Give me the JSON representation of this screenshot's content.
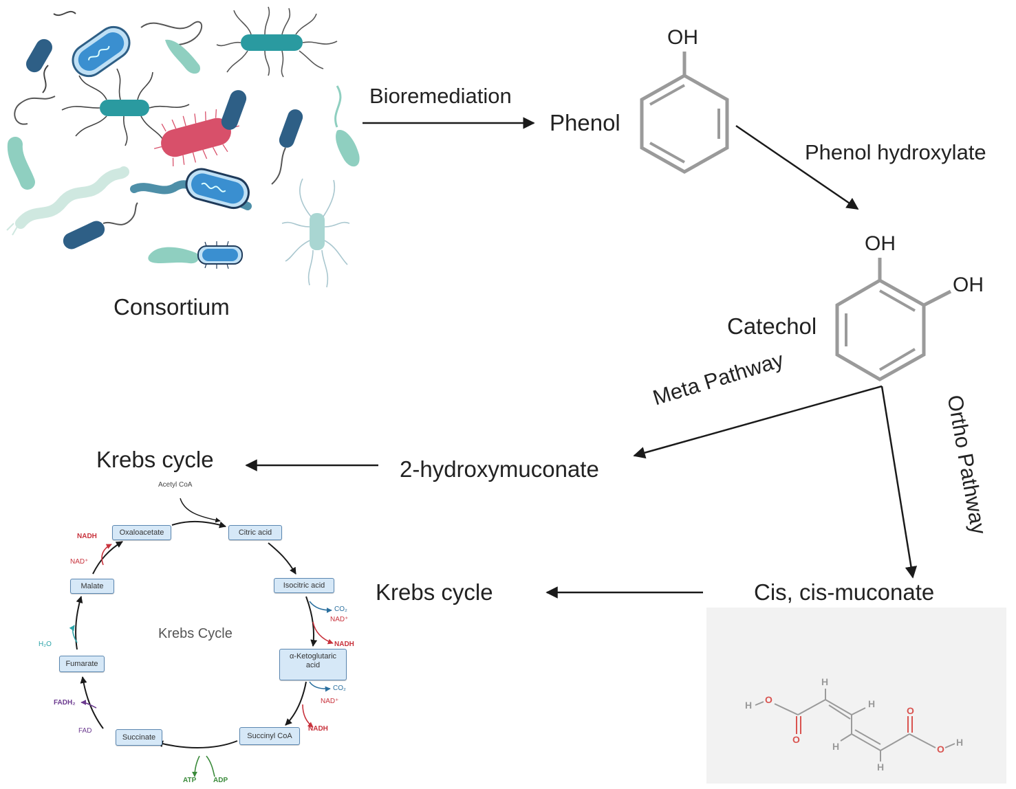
{
  "labels": {
    "consortium": "Consortium",
    "bioremediation": "Bioremediation",
    "phenol": "Phenol",
    "phenol_oh": "OH",
    "phenol_hydroxylate": "Phenol hydroxylate",
    "catechol": "Catechol",
    "catechol_oh1": "OH",
    "catechol_oh2": "OH",
    "meta_pathway": "Meta Pathway",
    "ortho_pathway": "Ortho Pathway",
    "hydroxymuconate": "2-hydroxymuconate",
    "krebs_top": "Krebs cycle",
    "krebs_bottom": "Krebs cycle",
    "cis_muconate": "Cis, cis-muconate"
  },
  "krebs": {
    "center_title": "Krebs Cycle",
    "acetyl_coa": "Acetyl CoA",
    "oxaloacetate": "Oxaloacetate",
    "citric_acid": "Citric acid",
    "isocitric_acid": "Isocitric acid",
    "ketoglutaric_line1": "α-Ketoglutaric",
    "ketoglutaric_line2": "acid",
    "succinyl_coa": "Succinyl CoA",
    "succinate": "Succinate",
    "fumarate": "Fumarate",
    "malate": "Malate",
    "nadh1": "NADH",
    "nad1": "NAD⁺",
    "nadh2": "NADH",
    "nad2": "NAD⁺",
    "nadh3": "NADH",
    "nad3": "NAD⁺",
    "co2_1": "CO₂",
    "co2_2": "CO₂",
    "fadh2": "FADH₂",
    "fad": "FAD",
    "h2o": "H₂O",
    "atp": "ATP",
    "adp": "ADP"
  },
  "muconate_structure": {
    "h_left": "H",
    "o_left_top": "O",
    "o_left_bottom": "O",
    "h1": "H",
    "h2": "H",
    "h3": "H",
    "h4": "H",
    "o_right_top": "O",
    "o_right_bottom": "O",
    "h_right": "H"
  },
  "colors": {
    "arrow": "#1a1a1a",
    "ring": "#9a9a9a",
    "krebs_box_fill": "#d6e8f7",
    "nadh_red": "#c8323c",
    "co2_blue": "#2a6f9e",
    "fadh_purple": "#6b3a8f",
    "atp_green": "#3a8a3a",
    "h2o_teal": "#2aa3a8",
    "oxygen_red": "#d9534f",
    "bacteria_teal": "#2a9aa0",
    "bacteria_navy": "#2e5f86",
    "bacteria_mint": "#8fcfc0",
    "bacteria_red": "#d8506a",
    "bacteria_blue": "#3a8fd0"
  }
}
